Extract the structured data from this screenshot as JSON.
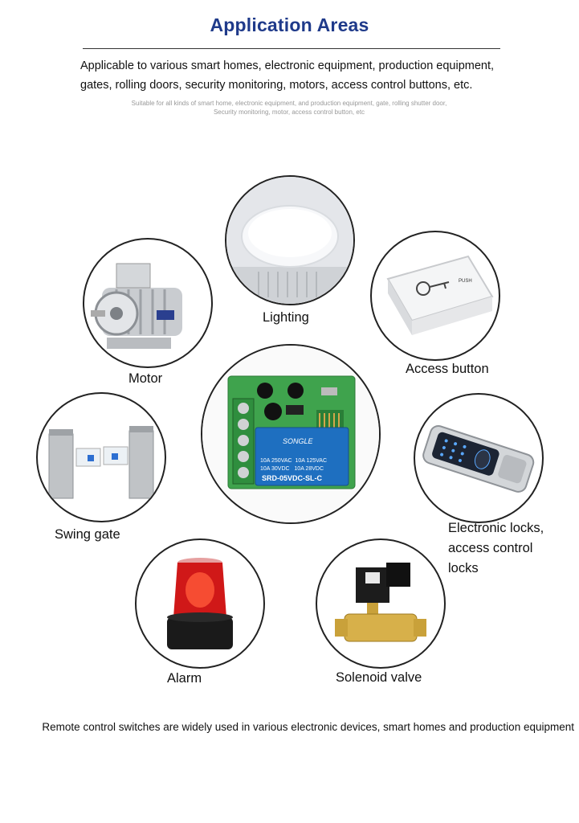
{
  "header": {
    "title": "Application Areas",
    "description_line1": "Applicable to various smart homes, electronic equipment, production equipment,",
    "description_line2": "gates, rolling doors, security monitoring, motors, access control buttons, etc.",
    "sub_line1": "Suitable for all kinds of smart home, electronic equipment, and production equipment, gate, rolling shutter door,",
    "sub_line2": "Security monitoring, motor, access control button, etc"
  },
  "items": {
    "lighting": "Lighting",
    "motor": "Motor",
    "access_button": "Access button",
    "swing_gate": "Swing gate",
    "electronic_locks_line1": "Electronic locks,",
    "electronic_locks_line2": "access control",
    "electronic_locks_line3": "locks",
    "alarm": "Alarm",
    "solenoid_valve": "Solenoid valve"
  },
  "relay_board": {
    "brand": "SONGLE",
    "spec1": "10A 250VAC  10A 125VAC",
    "spec2": "10A 30VDC   10A 28VDC",
    "model": "SRD-05VDC-SL-C"
  },
  "footer": {
    "text": "Remote control switches are widely used in various electronic devices, smart homes and production equipment"
  },
  "colors": {
    "title": "#1f3a8a",
    "pcb": "#3fa34d",
    "relay": "#1e6fc0",
    "alarm_red": "#d01818"
  }
}
